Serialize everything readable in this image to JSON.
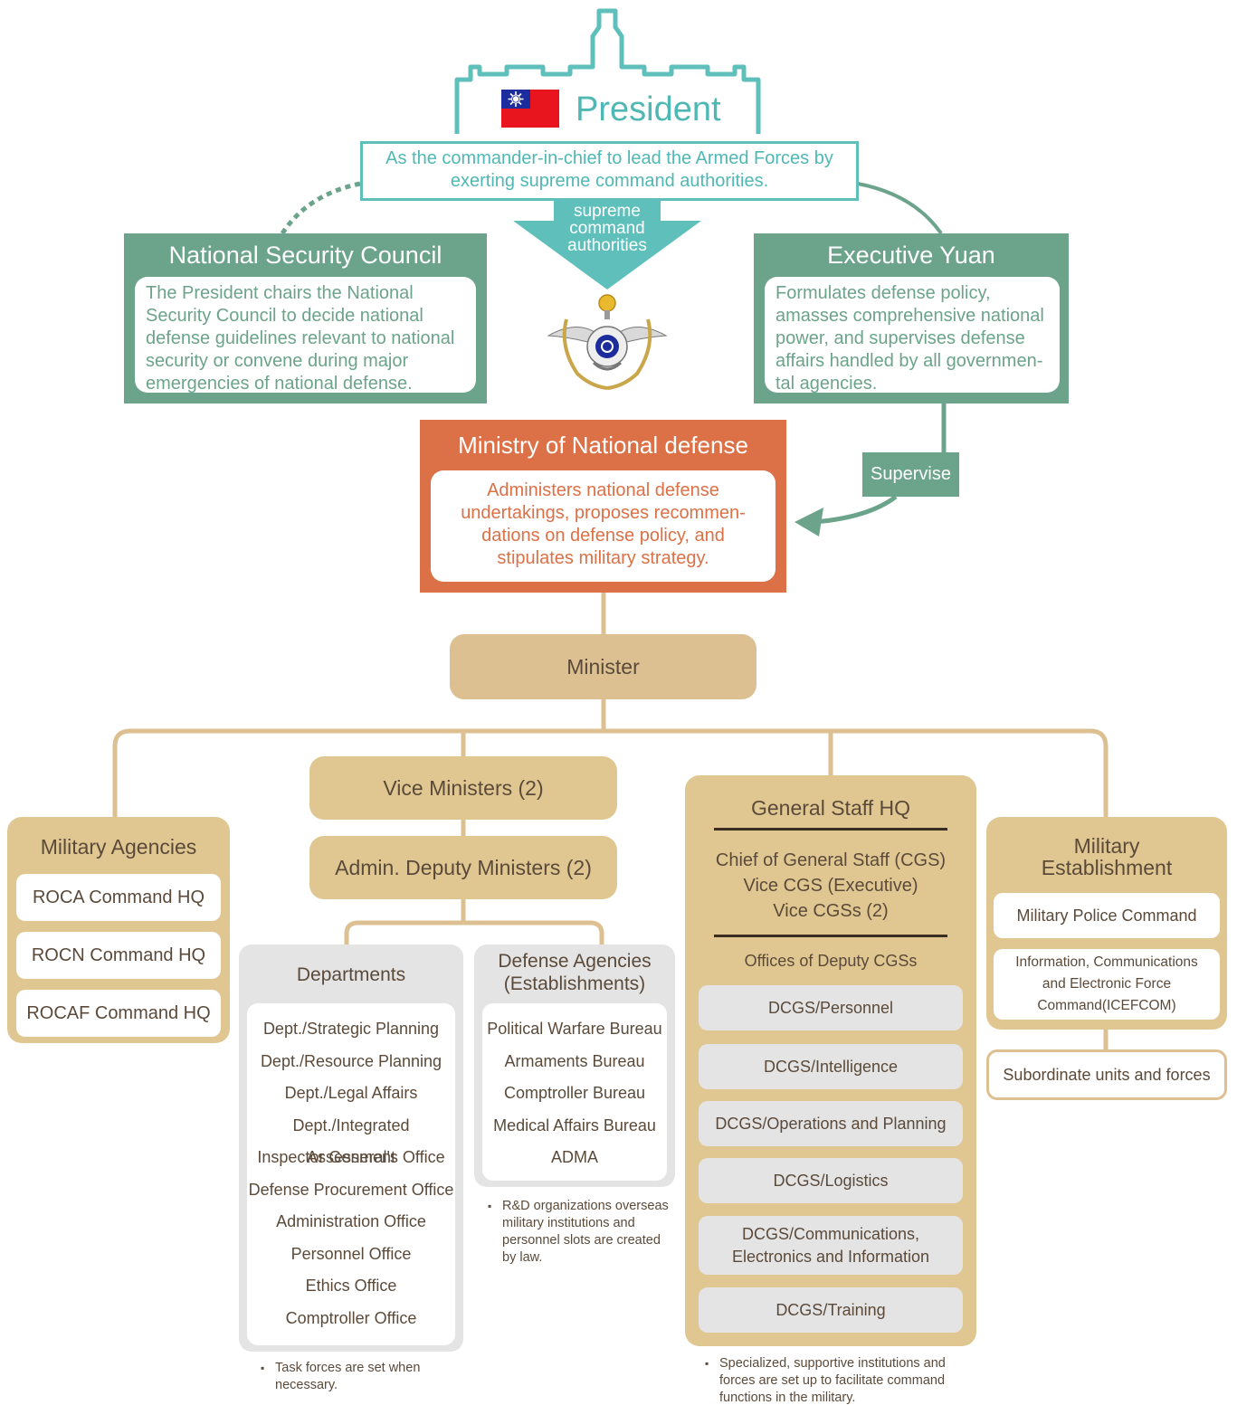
{
  "president": {
    "title": "President",
    "description": "As the commander-in-chief to lead the Armed Forces by exerting supreme command authorities."
  },
  "arrow_label": [
    "supreme",
    "command",
    "authorities"
  ],
  "nsc": {
    "title": "National Security Council",
    "description": "The President chairs the National Security Council to decide national defense guidelines relevant to national security or convene during major emergencies of national defense."
  },
  "executive_yuan": {
    "title": "Executive Yuan",
    "description": "Formulates defense policy, amasses comprehensive national power, and supervises defense affairs handled by all governmen-tal agencies."
  },
  "supervise_label": "Supervise",
  "mnd": {
    "title": "Ministry of National defense",
    "description": "Administers national defense undertakings, proposes recommen-dations on defense policy, and stipulates military strategy."
  },
  "minister": "Minister",
  "vice_ministers": "Vice Ministers (2)",
  "admin_deputy": "Admin. Deputy Ministers (2)",
  "military_agencies": {
    "title": "Military Agencies",
    "items": [
      "ROCA Command HQ",
      "ROCN Command HQ",
      "ROCAF Command HQ"
    ]
  },
  "departments": {
    "title": "Departments",
    "items": [
      "Dept./Strategic Planning",
      "Dept./Resource Planning",
      "Dept./Legal Affairs",
      "Dept./Integrated Assessment",
      "Inspector General's Office",
      "Defense Procurement Office",
      "Administration Office",
      "Personnel Office",
      "Ethics Office",
      "Comptroller Office"
    ],
    "note": "Task forces are set when necessary."
  },
  "defense_agencies": {
    "title": "Defense Agencies (Establishments)",
    "items": [
      "Political Warfare Bureau",
      "Armaments Bureau",
      "Comptroller Bureau",
      "Medical Affairs Bureau",
      "ADMA"
    ],
    "note": "R&D organizations overseas military institutions and personnel slots are created by law."
  },
  "general_staff": {
    "title": "General Staff HQ",
    "leaders": [
      "Chief of General Staff (CGS)",
      "Vice CGS (Executive)",
      "Vice CGSs (2)"
    ],
    "offices_label": "Offices of Deputy CGSs",
    "items": [
      "DCGS/Personnel",
      "DCGS/Intelligence",
      "DCGS/Operations and Planning",
      "DCGS/Logistics",
      "DCGS/Communications, Electronics and Information",
      "DCGS/Training"
    ],
    "note": "Specialized, supportive institutions and forces are set up to facilitate command functions in the military."
  },
  "military_establishment": {
    "title": "Military Establishment",
    "items": [
      "Military Police Command",
      "Information, Communications and Electronic Force Command(ICEFCOM)"
    ],
    "subordinate": "Subordinate units and forces"
  },
  "colors": {
    "teal": "#5fc0bb",
    "green": "#6ca38b",
    "orange": "#dc7046",
    "tan": "#dcc092",
    "gold": "#e0c791",
    "gray": "#e4e4e4",
    "flag_red": "#e8141e",
    "flag_blue": "#1c2c9c"
  },
  "icons": [
    "presidential-building-outline-icon",
    "roc-flag-icon",
    "mnd-emblem-icon"
  ]
}
